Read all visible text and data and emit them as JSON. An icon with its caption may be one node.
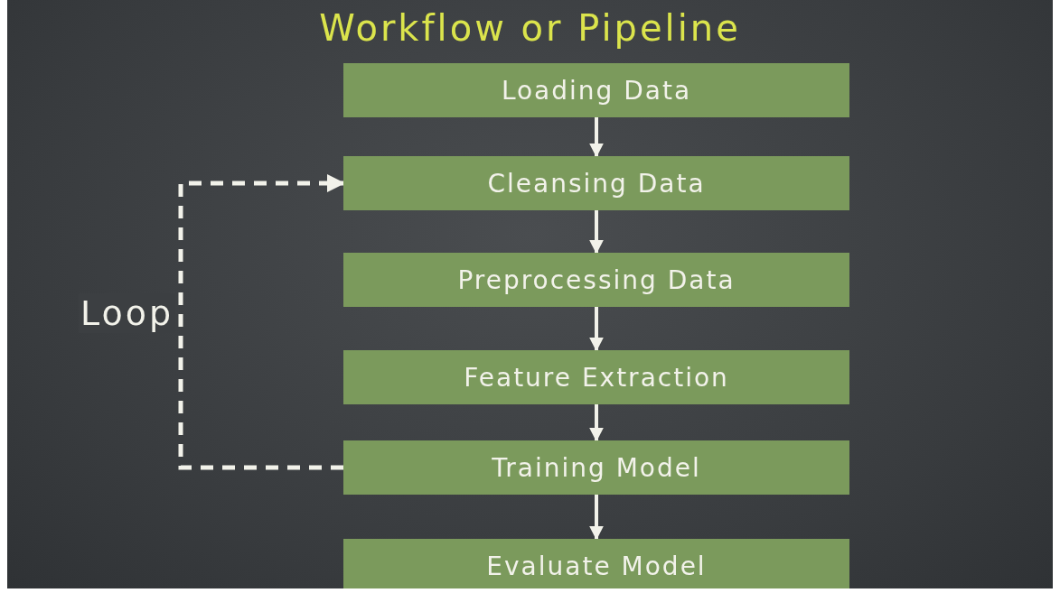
{
  "diagram": {
    "title": "Workflow or Pipeline",
    "nodes": [
      {
        "text": [
          "Loading Data"
        ]
      },
      {
        "text": [
          "Cleansing Data"
        ]
      },
      {
        "text": [
          "Preprocessing Data"
        ]
      },
      {
        "text": [
          "Feature Extraction"
        ]
      },
      {
        "text": [
          "Training Model"
        ]
      },
      {
        "text": [
          "Evaluate Model"
        ]
      }
    ],
    "edges": [
      {
        "from": 0,
        "to": 1,
        "arrow": "to"
      },
      {
        "from": 1,
        "to": 2,
        "arrow": "to"
      },
      {
        "from": 2,
        "to": 3,
        "arrow": "to"
      },
      {
        "from": 3,
        "to": 4,
        "arrow": "to"
      },
      {
        "from": 4,
        "to": 5,
        "arrow": "to"
      },
      {
        "from": 4,
        "to": 1,
        "arrow": "to",
        "label": "Loop",
        "style": "dashed"
      }
    ]
  }
}
